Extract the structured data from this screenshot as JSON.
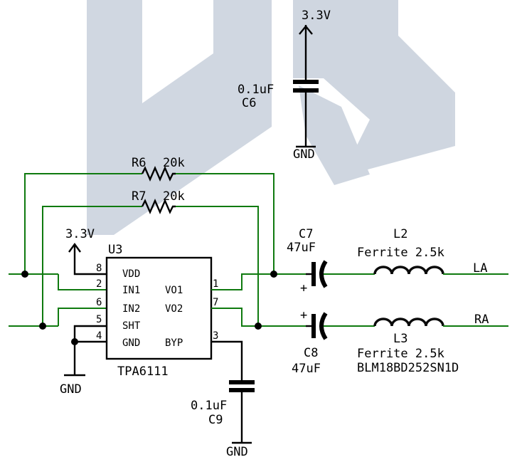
{
  "power": {
    "top": "3.3V",
    "u3": "3.3V"
  },
  "gnd": {
    "c6": "GND",
    "u3": "GND",
    "c9": "GND"
  },
  "c6": {
    "value": "0.1uF",
    "ref": "C6"
  },
  "r6": {
    "ref": "R6",
    "value": "20k"
  },
  "r7": {
    "ref": "R7",
    "value": "20k"
  },
  "u3": {
    "ref": "U3",
    "part": "TPA6111",
    "pins": {
      "vdd": {
        "num": "8",
        "name": "VDD"
      },
      "in1": {
        "num": "2",
        "name": "IN1"
      },
      "in2": {
        "num": "6",
        "name": "IN2"
      },
      "sht": {
        "num": "5",
        "name": "SHT"
      },
      "gnd": {
        "num": "4",
        "name": "GND"
      },
      "vo1": {
        "num": "1",
        "name": "VO1"
      },
      "vo2": {
        "num": "7",
        "name": "VO2"
      },
      "byp": {
        "num": "3",
        "name": "BYP"
      }
    }
  },
  "c7": {
    "ref": "C7",
    "value": "47uF"
  },
  "c8": {
    "ref": "C8",
    "value": "47uF"
  },
  "c9": {
    "value": "0.1uF",
    "ref": "C9"
  },
  "l2": {
    "ref": "L2",
    "value": "Ferrite 2.5k"
  },
  "l3": {
    "ref": "L3",
    "value": "Ferrite 2.5k",
    "part": "BLM18BD252SN1D"
  },
  "nets": {
    "la": "LA",
    "ra": "RA"
  },
  "polarity": "+",
  "colors": {
    "wire": "#0f7a0f",
    "part": "#000000",
    "watermark": "#a9b6c8"
  }
}
